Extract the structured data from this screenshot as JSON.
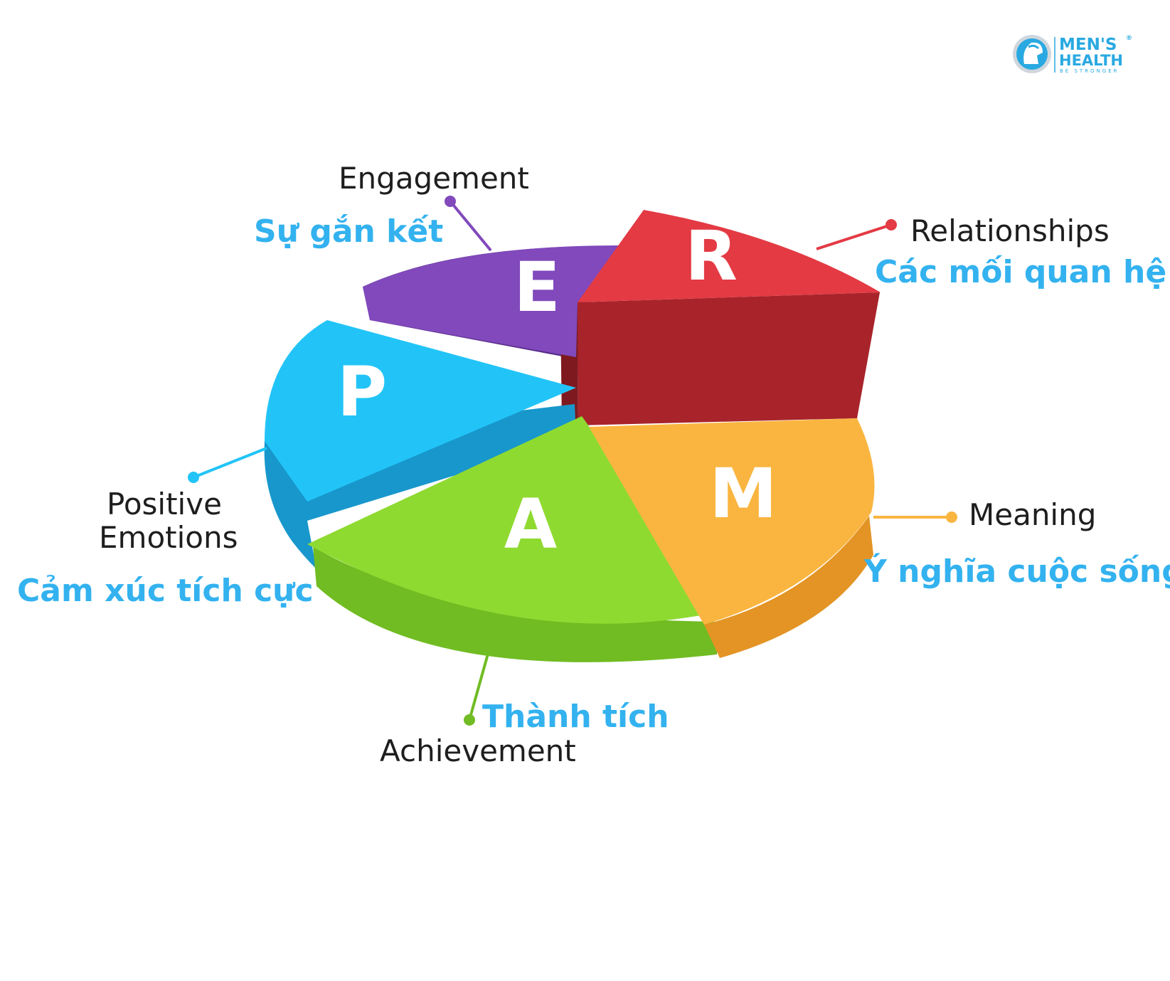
{
  "logo": {
    "line1": "MEN'S",
    "line2": "HEALTH",
    "tagline": "BE STRONGER",
    "registered": "®",
    "color": "#29a9e1",
    "icon": "spartan-helmet-icon"
  },
  "colors": {
    "accent_text": "#33b2ef",
    "label_text": "#1e1e1e"
  },
  "segments": [
    {
      "id": "engagement",
      "letter": "E",
      "label_en": "Engagement",
      "label_vi": "Sự gắn kết",
      "top": "#8149bc",
      "side": "#5a2f8c",
      "dark": "#462170"
    },
    {
      "id": "relationships",
      "letter": "R",
      "label_en": "Relationships",
      "label_vi": "Các mối quan hệ",
      "top": "#e33a44",
      "side": "#a8242a",
      "dark": "#7e1a1f"
    },
    {
      "id": "meaning",
      "letter": "M",
      "label_en": "Meaning",
      "label_vi": "Ý nghĩa cuộc sống",
      "top": "#fab540",
      "side": "#e39424",
      "dark": "#c47c14"
    },
    {
      "id": "achievement",
      "letter": "A",
      "label_en": "Achievement",
      "label_vi": "Thành tích",
      "top": "#8fda31",
      "side": "#70bc22",
      "dark": "#58991a"
    },
    {
      "id": "positive_emotions",
      "letter": "P",
      "label_en_line1": "Positive",
      "label_en_line2": "Emotions",
      "label_vi": "Cảm xúc tích cực",
      "top": "#22c4f7",
      "side": "#1897cc",
      "dark": "#117aa8"
    }
  ]
}
